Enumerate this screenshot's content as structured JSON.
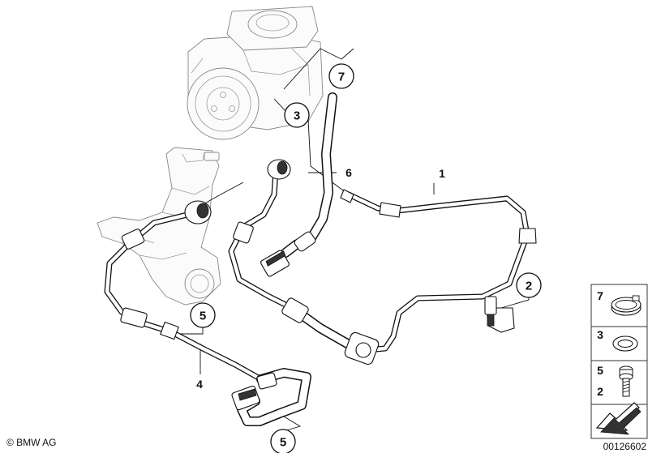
{
  "callouts": [
    "7",
    "3",
    "6",
    "1",
    "5",
    "4",
    "2",
    "5"
  ],
  "legend": {
    "items": [
      "7",
      "3",
      "5",
      "2"
    ]
  },
  "footer": {
    "copyright": "© BMW AG",
    "diagram_number": "00126602"
  }
}
